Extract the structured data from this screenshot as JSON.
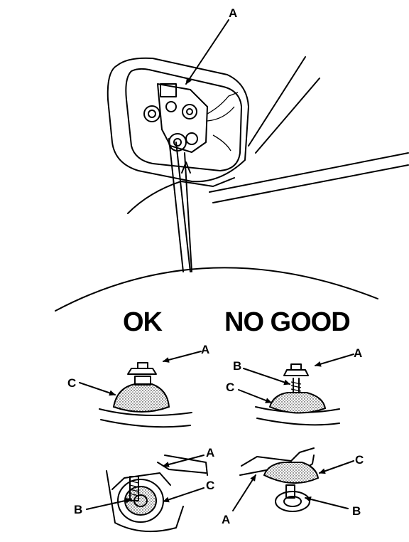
{
  "headings": {
    "ok": "OK",
    "no_good": "NO GOOD"
  },
  "callouts": {
    "mirror_a": "A",
    "ok_top_a": "A",
    "ok_top_c": "C",
    "ng_top_a": "A",
    "ng_top_b": "B",
    "ng_top_c": "C",
    "ok_bot_a": "A",
    "ok_bot_b": "B",
    "ok_bot_c": "C",
    "ng_bot_a": "A",
    "ng_bot_b": "B",
    "ng_bot_c": "C"
  },
  "colors": {
    "ink": "#000000",
    "paper": "#ffffff",
    "pad_fill": "#d9d9d9"
  },
  "icons": [
    "arrow-icon"
  ]
}
